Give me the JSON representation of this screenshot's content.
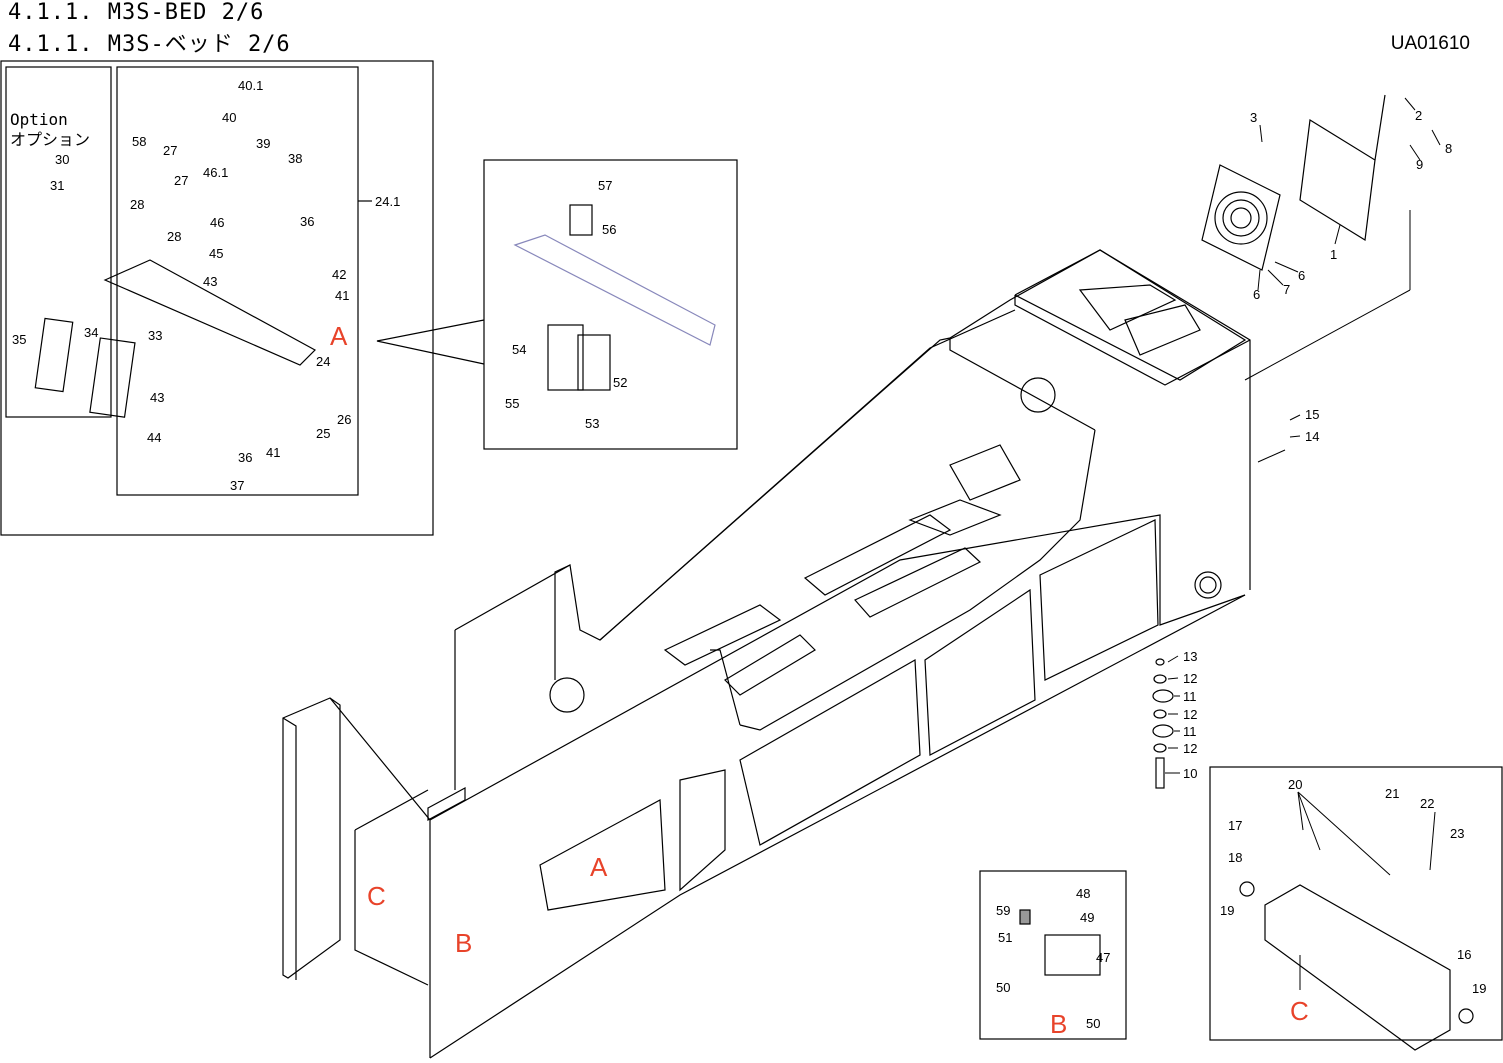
{
  "titles": {
    "line1": "4.1.1. M3S-BED 2/6",
    "line2": "4.1.1. M3S-ベッド 2/6"
  },
  "drawing_code": "UA01610",
  "option": {
    "en": "Option",
    "ja": "オプション"
  },
  "callouts": {
    "A": "A",
    "B": "B",
    "C": "C"
  },
  "parts": {
    "p1": "1",
    "p2": "2",
    "p3": "3",
    "p6a": "6",
    "p6b": "6",
    "p7": "7",
    "p8": "8",
    "p9": "9",
    "p10": "10",
    "p11a": "11",
    "p11b": "11",
    "p12a": "12",
    "p12b": "12",
    "p12c": "12",
    "p13": "13",
    "p14": "14",
    "p15": "15",
    "p16": "16",
    "p17": "17",
    "p18": "18",
    "p19a": "19",
    "p19b": "19",
    "p20": "20",
    "p21": "21",
    "p22": "22",
    "p23": "23",
    "p24": "24",
    "p24_1": "24.1",
    "p25": "25",
    "p26": "26",
    "p27a": "27",
    "p27b": "27",
    "p28a": "28",
    "p28b": "28",
    "p30": "30",
    "p31": "31",
    "p33": "33",
    "p34": "34",
    "p35": "35",
    "p36a": "36",
    "p36b": "36",
    "p37": "37",
    "p38": "38",
    "p39": "39",
    "p40": "40",
    "p40_1": "40.1",
    "p41a": "41",
    "p41b": "41",
    "p42": "42",
    "p43a": "43",
    "p43b": "43",
    "p44": "44",
    "p45": "45",
    "p46": "46",
    "p46_1": "46.1",
    "p47": "47",
    "p48": "48",
    "p49": "49",
    "p50a": "50",
    "p50b": "50",
    "p51": "51",
    "p52": "52",
    "p53": "53",
    "p54": "54",
    "p55": "55",
    "p56": "56",
    "p57": "57",
    "p58": "58",
    "p59": "59"
  }
}
